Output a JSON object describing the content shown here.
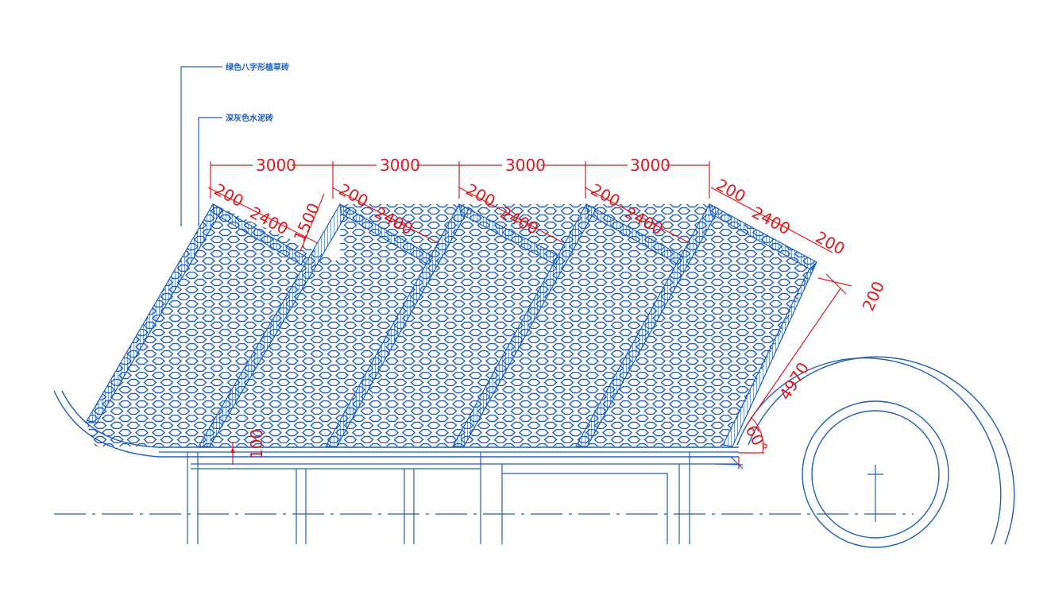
{
  "leaders": {
    "green_tile": "绿色八字形植草砖",
    "gray_brick": "深灰色水泥砖"
  },
  "dimensions": {
    "spacing": [
      "3000",
      "3000",
      "3000",
      "3000"
    ],
    "border_200": [
      "200",
      "200",
      "200",
      "200",
      "200",
      "200",
      "200"
    ],
    "diag_2400": [
      "2400",
      "2400",
      "2400",
      "2400",
      "2400"
    ],
    "d1500": "1500",
    "d4970": "4970",
    "d200_side": "200",
    "angle": "60°",
    "d100": "100"
  },
  "colors": {
    "drawing": "#1f5fb8",
    "dimension": "#e0181b"
  }
}
